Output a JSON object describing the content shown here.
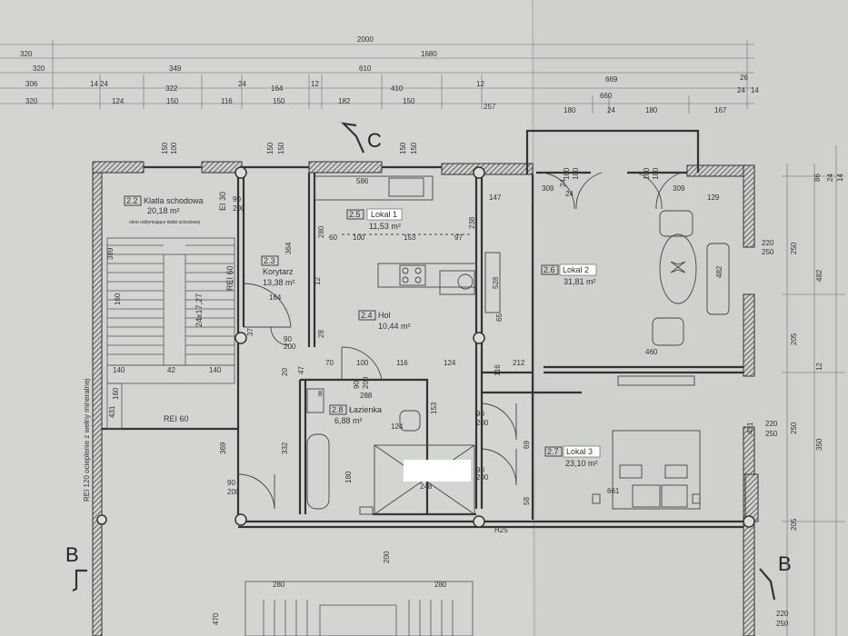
{
  "section_marks": {
    "top": "C",
    "left": "B",
    "right": "B"
  },
  "rooms": [
    {
      "id": "r22",
      "num": "2.2",
      "name": "Klatla schodowa",
      "area": "20,18 m²"
    },
    {
      "id": "r23",
      "num": "2.3",
      "name": "Korytarz",
      "area": "13,38 m²"
    },
    {
      "id": "r24",
      "num": "2.4",
      "name": "Hol",
      "area": "10,44 m²"
    },
    {
      "id": "r25",
      "num": "2.5",
      "name": "",
      "area": "11,53 m²"
    },
    {
      "id": "r26",
      "num": "2.6",
      "name": "",
      "area": "31,81 m²"
    },
    {
      "id": "r27",
      "num": "2.7",
      "name": "",
      "area": "23,10 m²"
    },
    {
      "id": "r28",
      "num": "2.8",
      "name": "Łazienka",
      "area": "6,88 m²"
    }
  ],
  "labels": {
    "lokal1": "Lokal 1",
    "lokal2": "Lokal 2",
    "lokal3": "Lokal 3"
  },
  "wall_notes": {
    "rei60_a": "REI 60",
    "rei60_b": "REI 60",
    "rei30": "EI 30",
    "rei120": "REI 120 ocieplenie z wełny mineralnej",
    "stairs": "24x17,27",
    "window_note": "okno oddymiające klatki schodowej",
    "h25": "H25"
  },
  "top_dims": {
    "row1": [
      "2000"
    ],
    "row2": [
      "320",
      "1680"
    ],
    "row3": [
      "320",
      "349",
      "610",
      "669"
    ],
    "row4": [
      "306",
      "14",
      "24",
      "322",
      "24",
      "164",
      "12",
      "410",
      "12",
      "660",
      "26",
      "24",
      "14"
    ],
    "row5": [
      "320",
      "124",
      "150",
      "116",
      "150",
      "182",
      "150",
      "257",
      "180",
      "24",
      "180",
      "167"
    ]
  },
  "right_dims": [
    "86",
    "24",
    "14",
    "250",
    "482",
    "205",
    "12",
    "350",
    "250",
    "205",
    "220",
    "250",
    "220",
    "250",
    "220",
    "250"
  ],
  "misc_dims": [
    "150",
    "100",
    "150",
    "150",
    "150",
    "150",
    "180",
    "180",
    "180",
    "180",
    "24",
    "24",
    "309",
    "309",
    "586",
    "147",
    "129",
    "90",
    "200",
    "280",
    "60",
    "100",
    "153",
    "97",
    "238",
    "528",
    "364",
    "164",
    "12",
    "90",
    "200",
    "20",
    "28",
    "47",
    "70",
    "100",
    "116",
    "124",
    "116",
    "212",
    "460",
    "288",
    "90",
    "200",
    "90",
    "200",
    "332",
    "8",
    "124",
    "153",
    "180",
    "248",
    "661",
    "58",
    "90",
    "200",
    "90",
    "200",
    "482",
    "431",
    "431",
    "200",
    "280",
    "280",
    "470",
    "140",
    "42",
    "140",
    "160",
    "389",
    "160",
    "369",
    "37",
    "65",
    "69",
    "58"
  ]
}
